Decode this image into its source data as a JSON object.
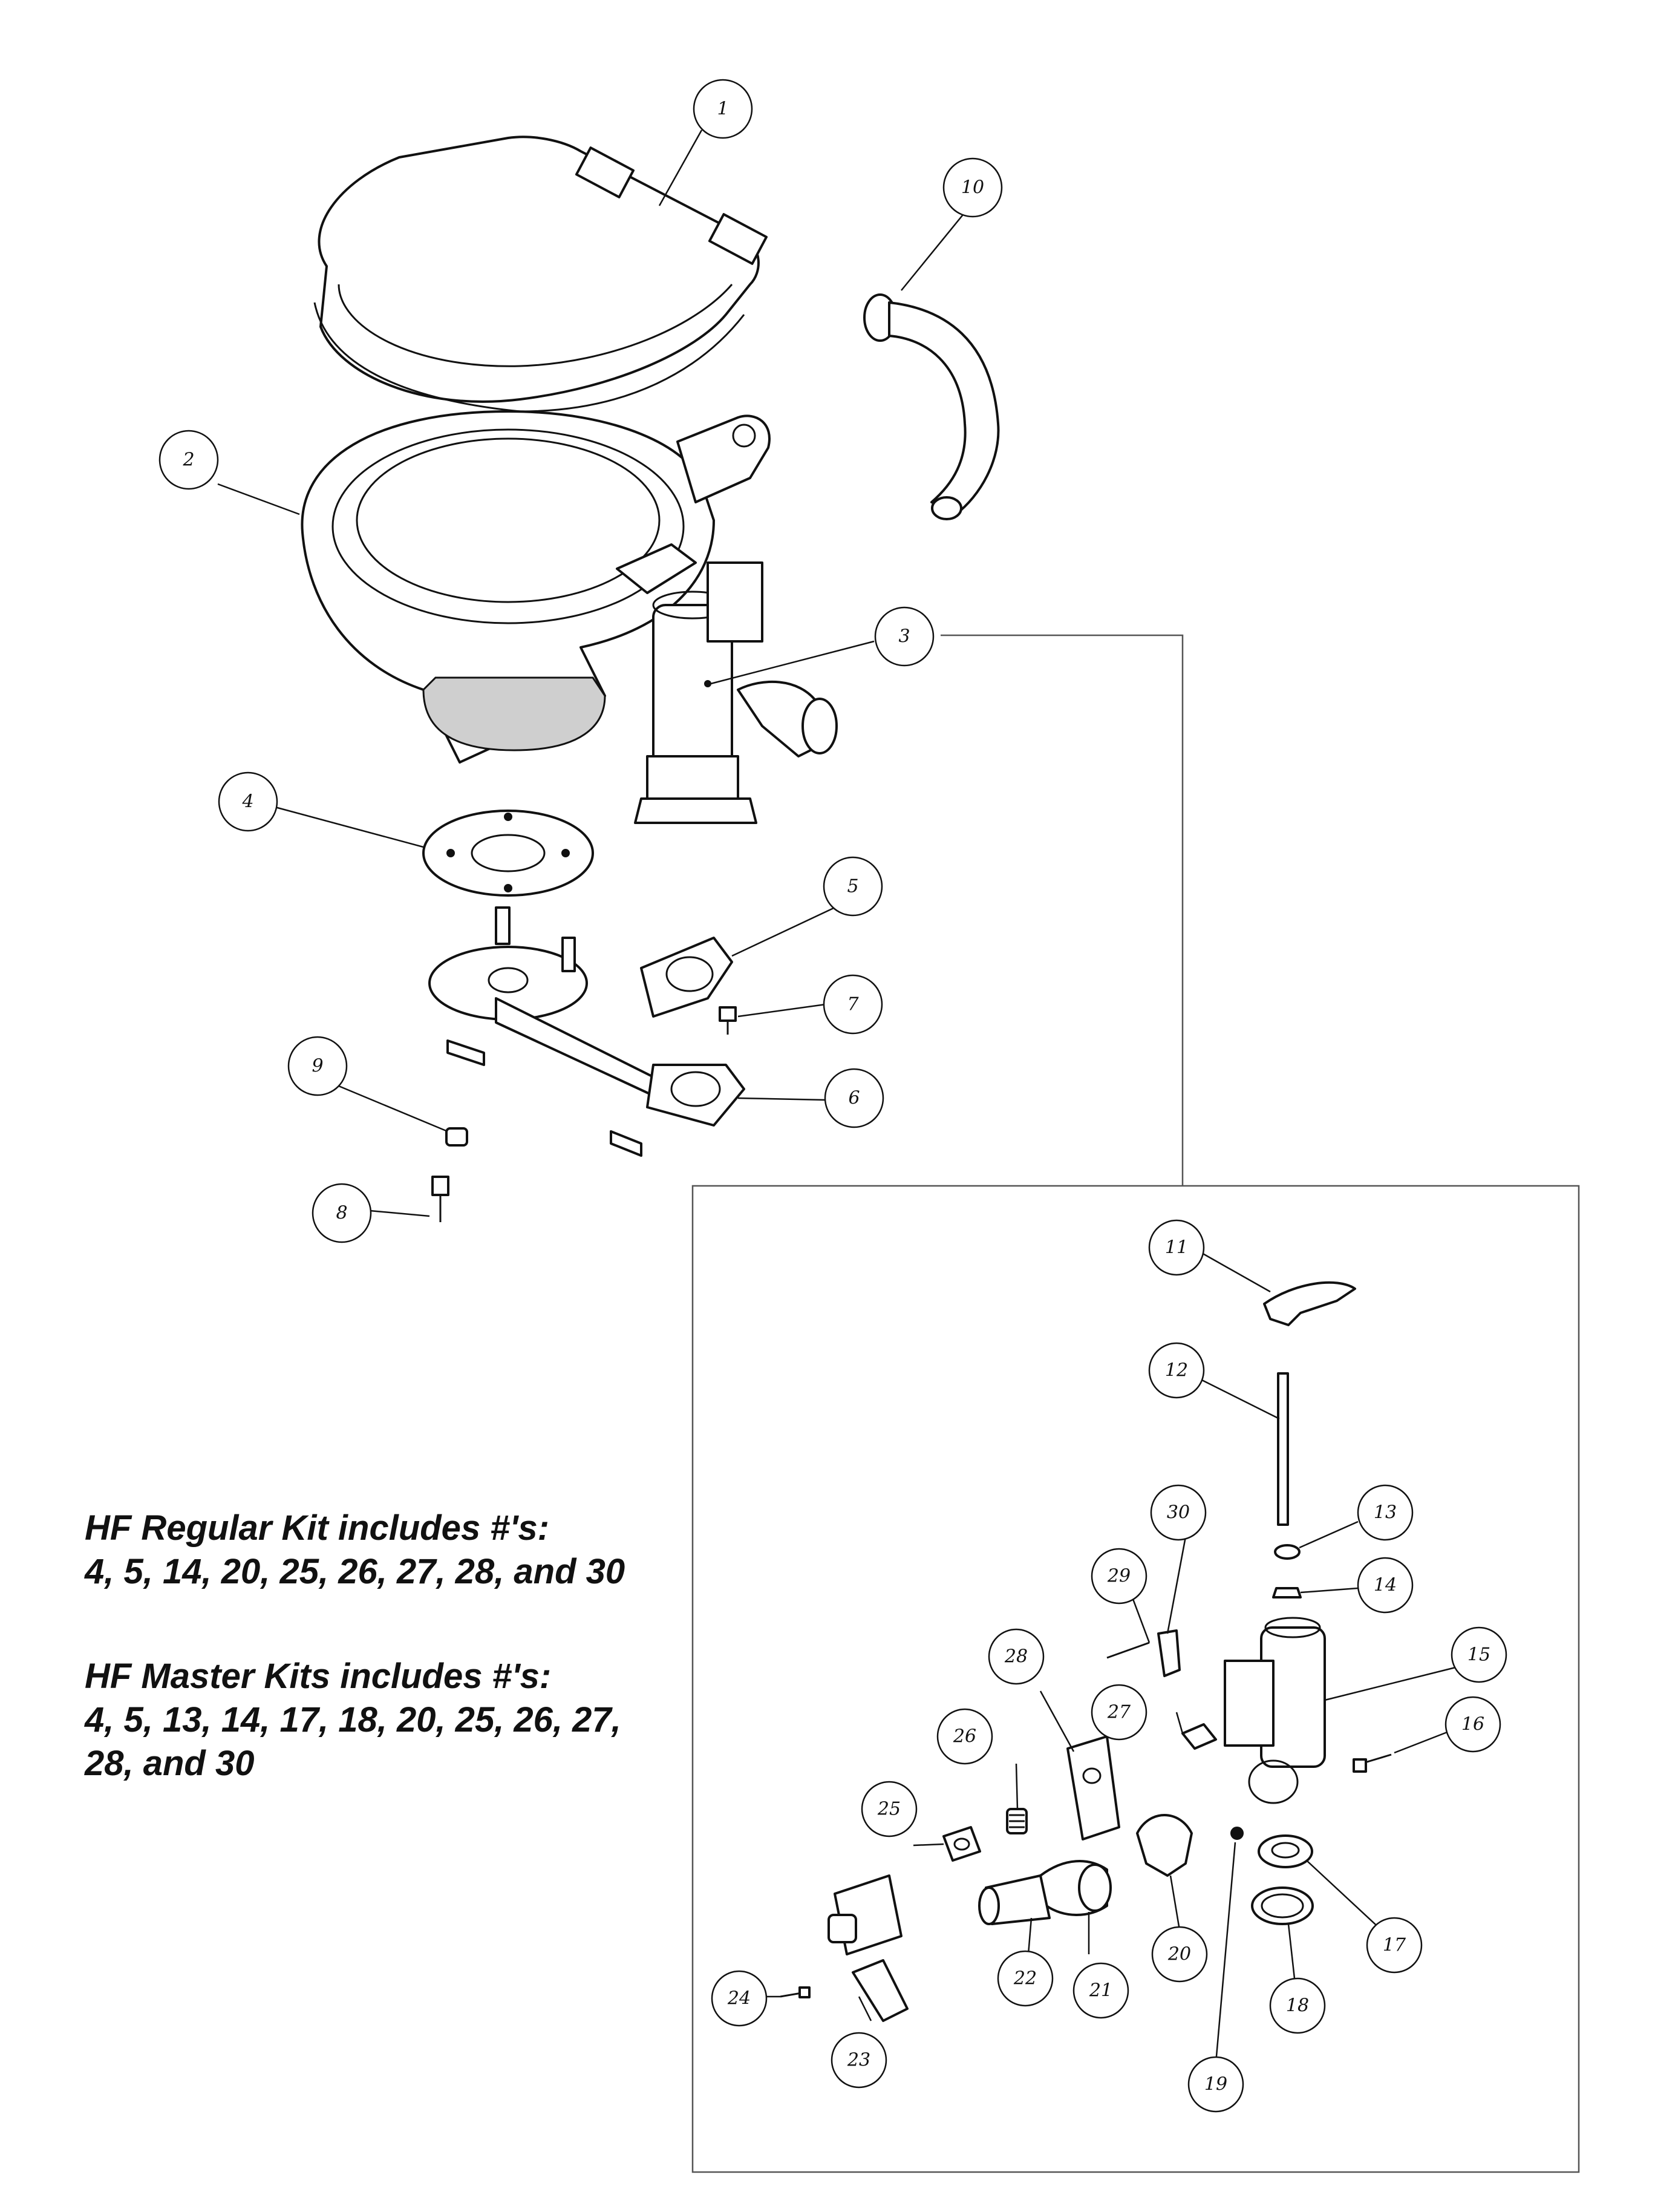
{
  "callouts": [
    {
      "id": "1",
      "label": "1"
    },
    {
      "id": "2",
      "label": "2"
    },
    {
      "id": "3",
      "label": "3"
    },
    {
      "id": "4",
      "label": "4"
    },
    {
      "id": "5",
      "label": "5"
    },
    {
      "id": "6",
      "label": "6"
    },
    {
      "id": "7",
      "label": "7"
    },
    {
      "id": "8",
      "label": "8"
    },
    {
      "id": "9",
      "label": "9"
    },
    {
      "id": "10",
      "label": "10"
    },
    {
      "id": "11",
      "label": "11"
    },
    {
      "id": "12",
      "label": "12"
    },
    {
      "id": "13",
      "label": "13"
    },
    {
      "id": "14",
      "label": "14"
    },
    {
      "id": "15",
      "label": "15"
    },
    {
      "id": "16",
      "label": "16"
    },
    {
      "id": "17",
      "label": "17"
    },
    {
      "id": "18",
      "label": "18"
    },
    {
      "id": "19",
      "label": "19"
    },
    {
      "id": "20",
      "label": "20"
    },
    {
      "id": "21",
      "label": "21"
    },
    {
      "id": "22",
      "label": "22"
    },
    {
      "id": "23",
      "label": "23"
    },
    {
      "id": "24",
      "label": "24"
    },
    {
      "id": "25",
      "label": "25"
    },
    {
      "id": "26",
      "label": "26"
    },
    {
      "id": "27",
      "label": "27"
    },
    {
      "id": "28",
      "label": "28"
    },
    {
      "id": "29",
      "label": "29"
    },
    {
      "id": "30",
      "label": "30"
    }
  ],
  "kits": {
    "regular": {
      "heading": "HF Regular Kit includes #'s:",
      "line1": "4, 5, 14, 20, 25, 26, 27, 28,  and 30"
    },
    "master": {
      "heading": "HF Master Kits includes #'s:",
      "line1": "4, 5, 13, 14, 17, 18, 20, 25, 26, 27,",
      "line2": "28, and 30"
    }
  }
}
